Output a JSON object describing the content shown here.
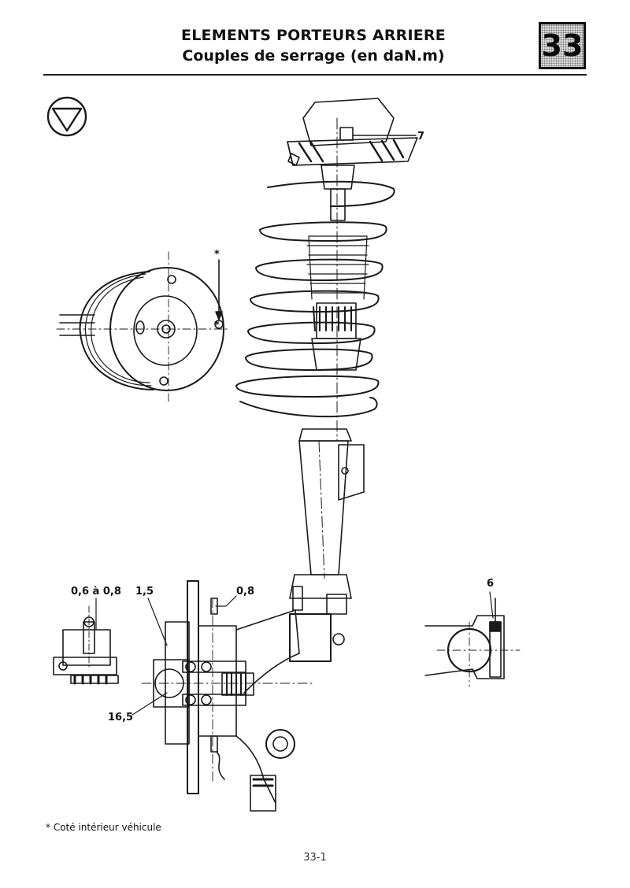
{
  "header": {
    "title_line1": "ELEMENTS PORTEURS ARRIERE",
    "title_line2": "Couples de serrage (en daN.m)",
    "chapter": "33"
  },
  "labels": {
    "torque_strut_top": "7",
    "torque_brake_bleed": "0,6 à 0,8",
    "torque_brake_screw": "1,5",
    "torque_sensor": "0,8",
    "torque_hub_nut": "16,5",
    "torque_clamp_bolt": "6",
    "asterisk_top": "*",
    "asterisk_mid": "*"
  },
  "footnote": "* Coté intérieur véhicule",
  "page_number": "33-1"
}
